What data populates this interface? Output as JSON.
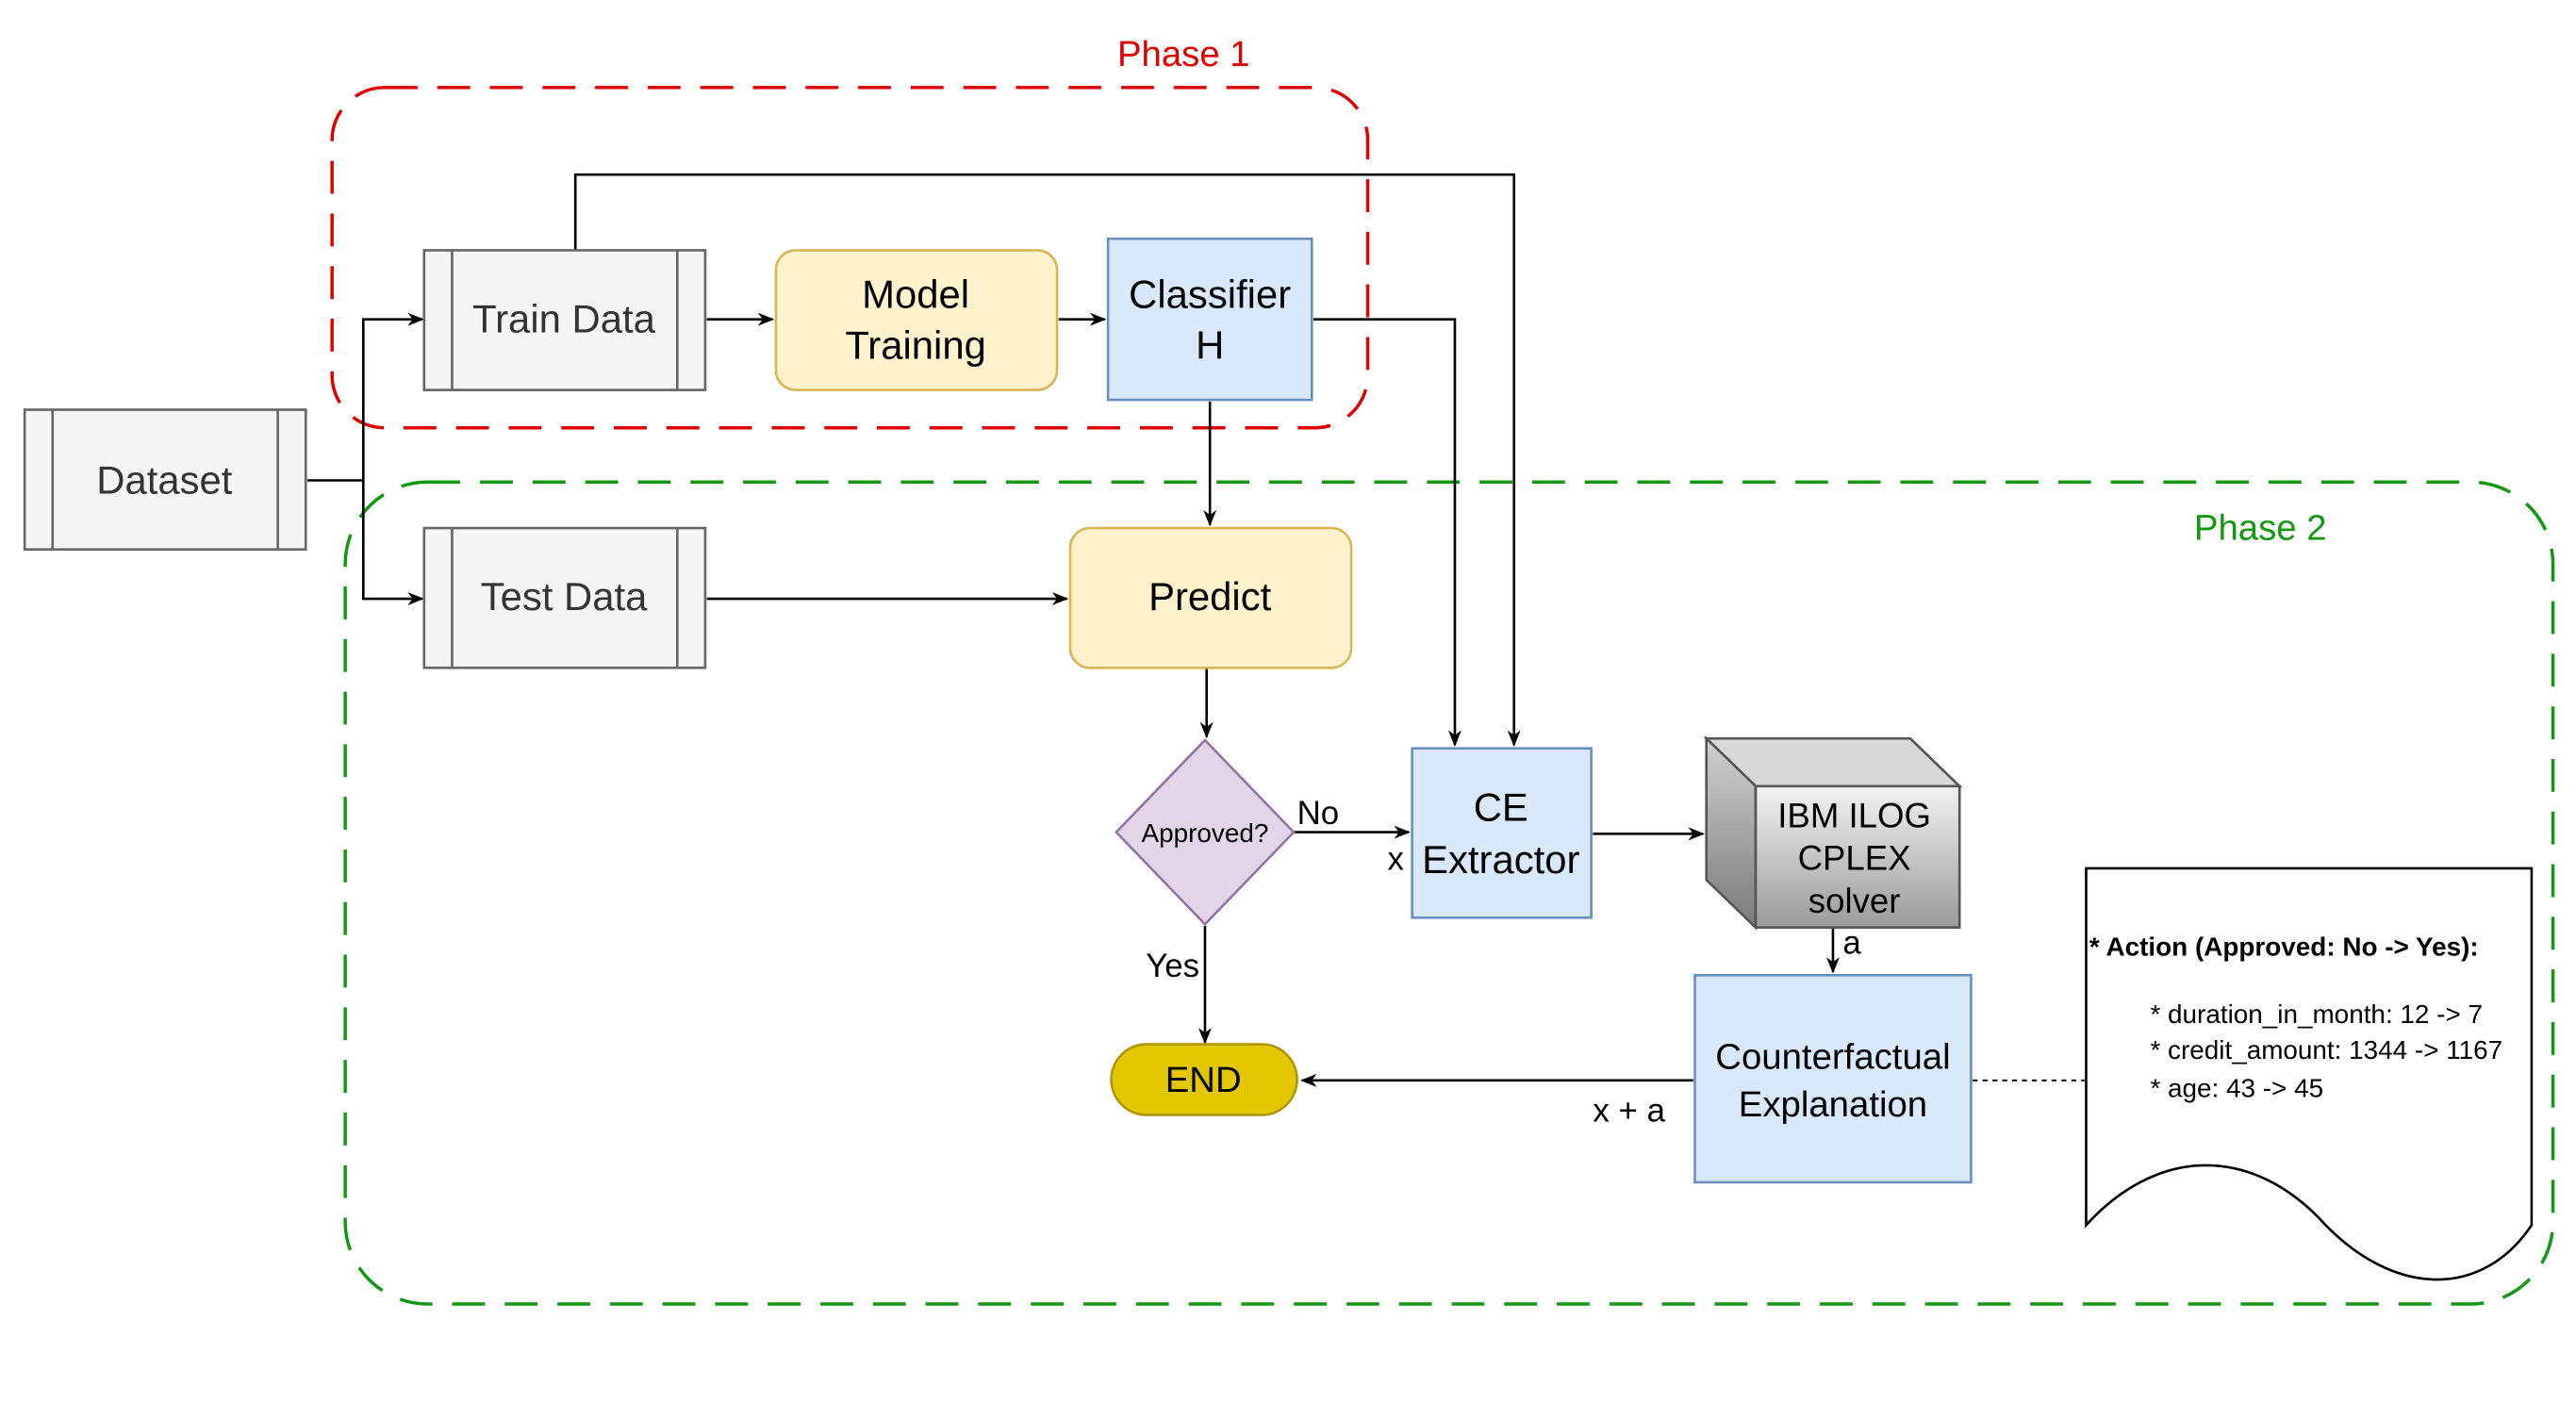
{
  "phase1": {
    "label": "Phase 1",
    "color": "#e00000"
  },
  "phase2": {
    "label": "Phase 2",
    "color": "#129812"
  },
  "nodes": {
    "dataset": "Dataset",
    "train_data": "Train Data",
    "test_data": "Test Data",
    "model_training": [
      "Model",
      "Training"
    ],
    "classifier": [
      "Classifier",
      "H"
    ],
    "predict": "Predict",
    "approved": "Approved?",
    "ce_extractor": [
      "CE",
      "Extractor"
    ],
    "solver": [
      "IBM ILOG",
      "CPLEX",
      "solver"
    ],
    "counterfactual": [
      "Counterfactual",
      "Explanation"
    ],
    "end": "END"
  },
  "edge_labels": {
    "no": "No",
    "yes": "Yes",
    "x": "x",
    "a": "a",
    "x_plus_a": "x + a"
  },
  "note": {
    "title": "* Action (Approved: No -> Yes):",
    "items": [
      "* duration_in_month: 12 -> 7",
      "* credit_amount: 1344 -> 1167",
      "* age: 43 -> 45"
    ]
  },
  "colors": {
    "data_fill": "#f5f5f5",
    "data_stroke": "#666666",
    "yellow_fill": "#fff2cc",
    "yellow_stroke": "#d6b656",
    "blue_fill": "#dae8fc",
    "blue_stroke": "#6c8ebf",
    "purple_fill": "#e1d5e7",
    "purple_stroke": "#9673a6",
    "end_fill": "#e3c800",
    "end_stroke": "#b09500"
  }
}
